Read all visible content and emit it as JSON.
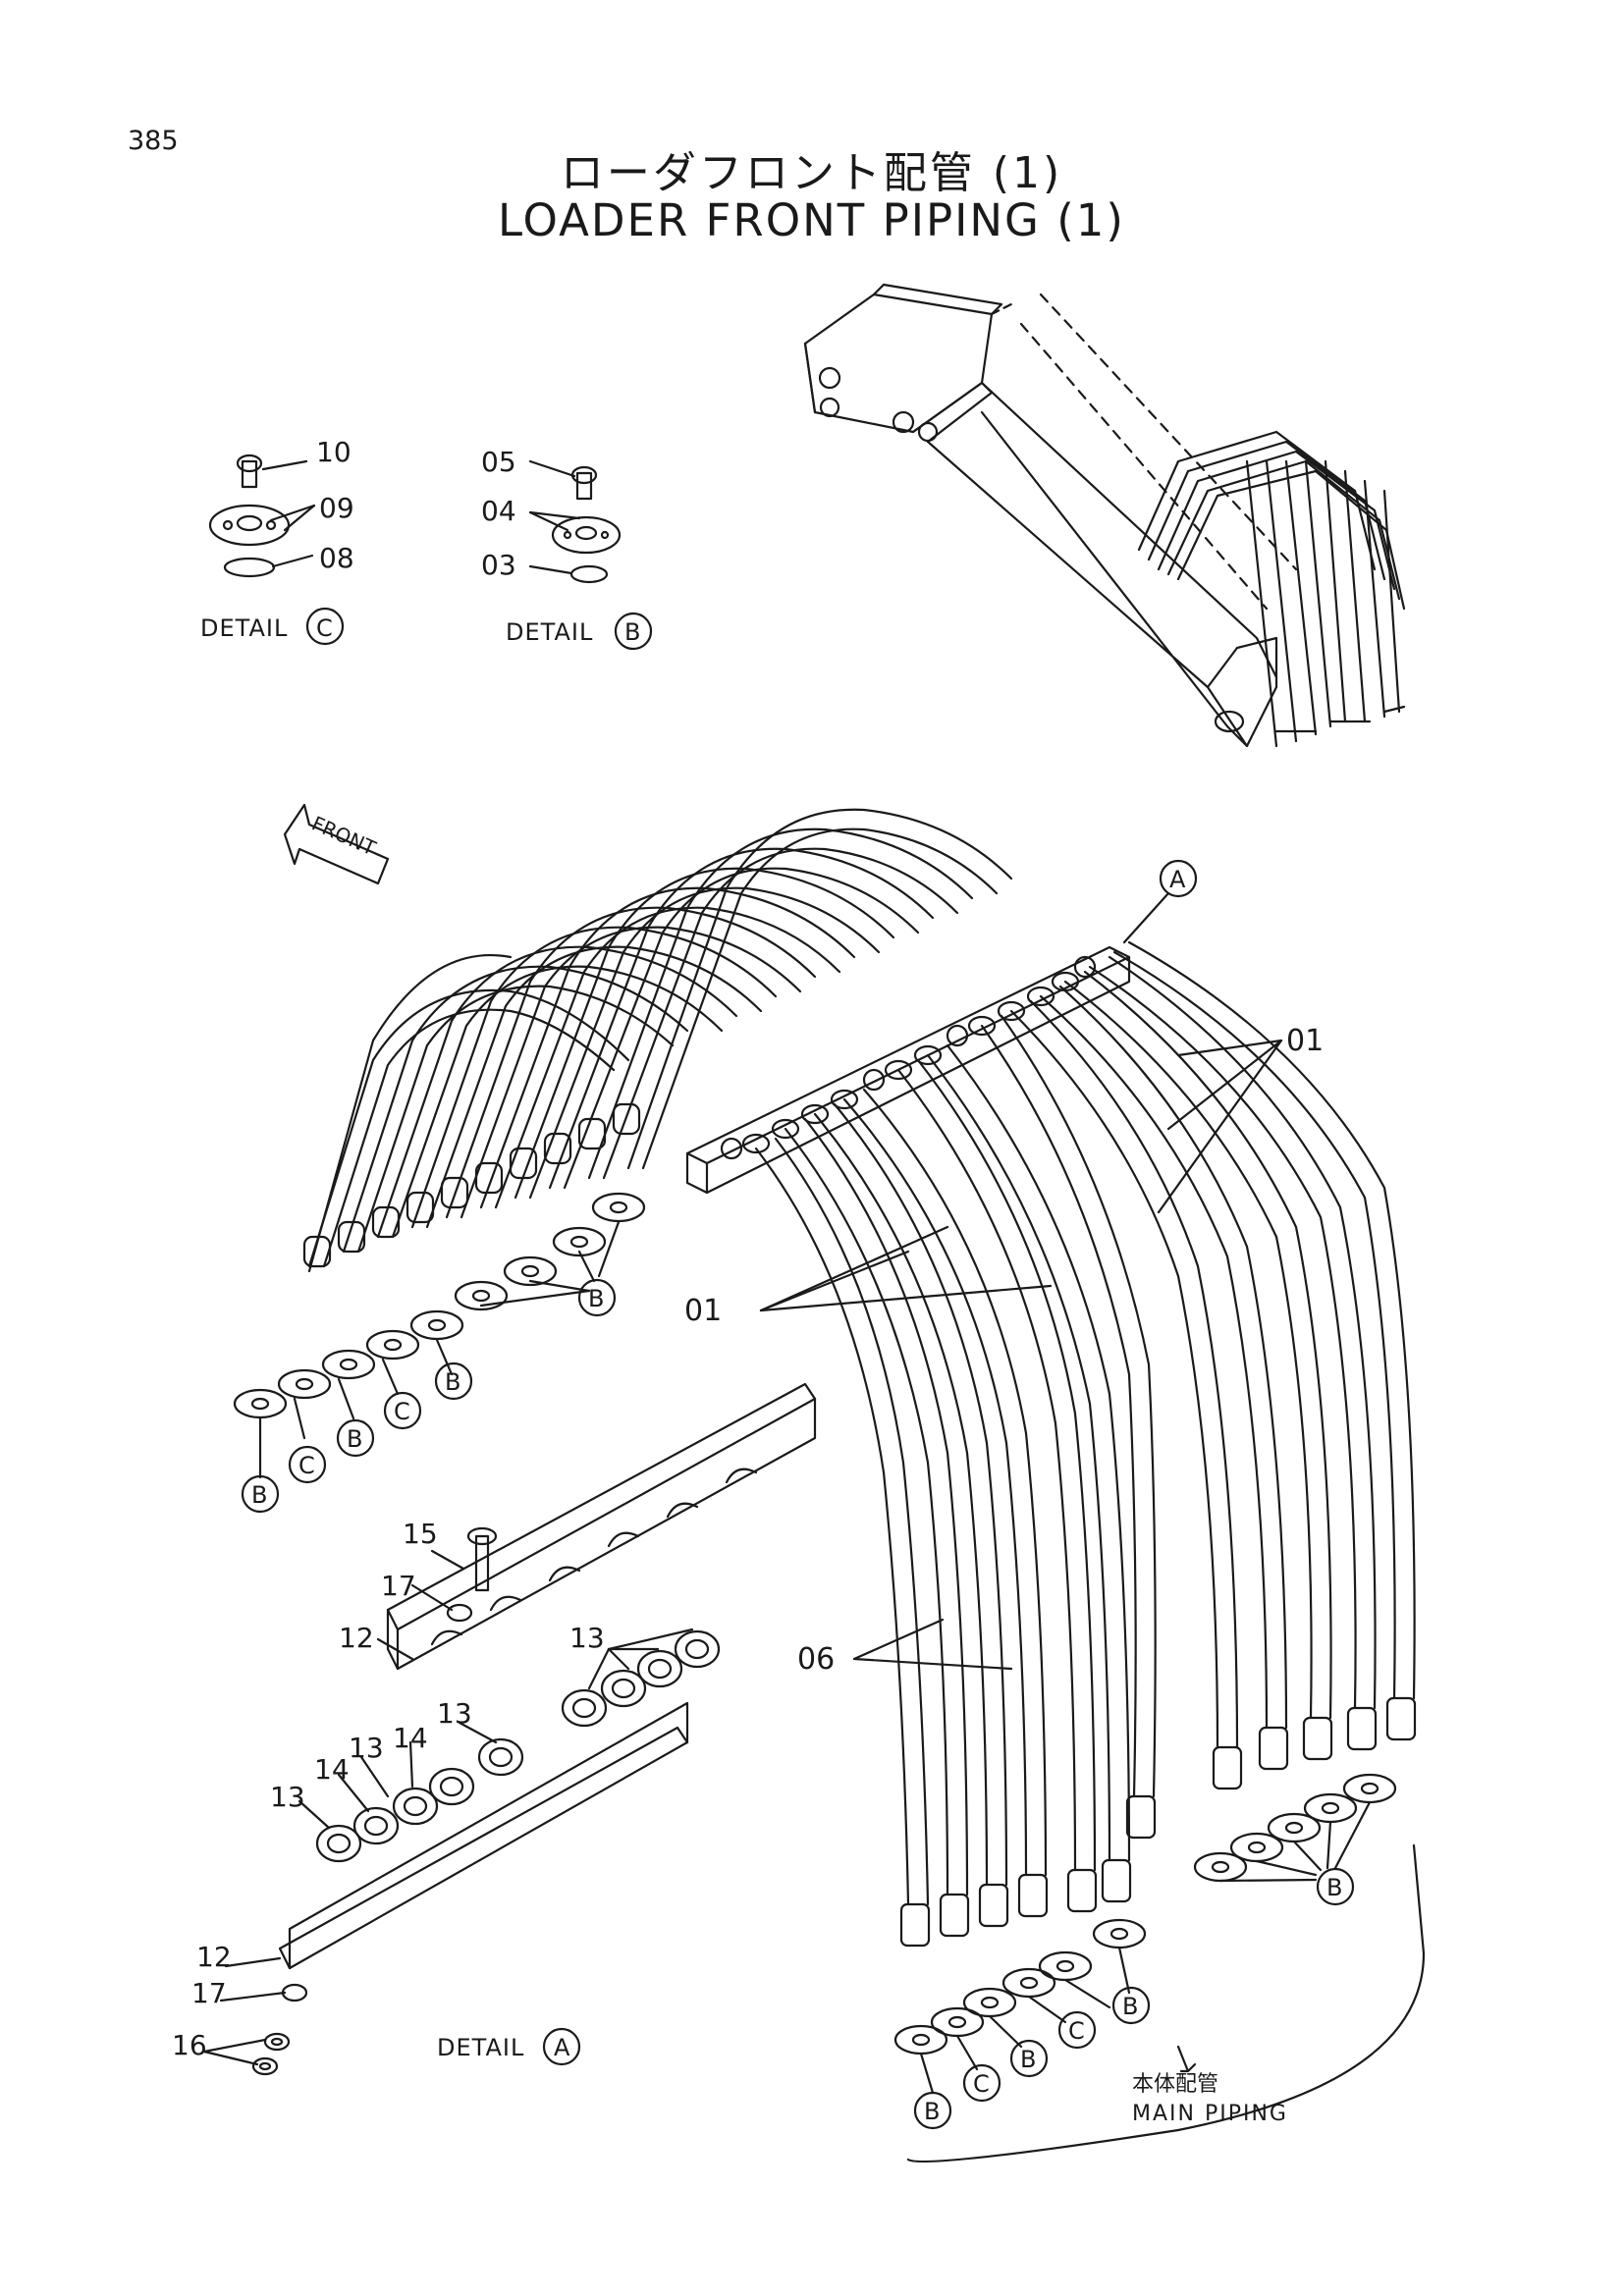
{
  "page_number": "385",
  "title": {
    "japanese": "ローダフロント配管 (1)",
    "english": "LOADER FRONT PIPING (1)"
  },
  "front_arrow": {
    "label": "FRONT"
  },
  "detail_c": {
    "label": "DETAIL",
    "letter": "C",
    "parts": [
      "10",
      "09",
      "08"
    ]
  },
  "detail_b": {
    "label": "DETAIL",
    "letter": "B",
    "parts": [
      "05",
      "04",
      "03"
    ]
  },
  "detail_a": {
    "label": "DETAIL",
    "letter": "A",
    "parts": [
      "15",
      "17",
      "12",
      "13",
      "14",
      "13",
      "14",
      "13",
      "13",
      "12",
      "17",
      "16"
    ]
  },
  "callouts": {
    "bracket_a": "A",
    "hose_01_upper": "01",
    "hose_01_lower": "01",
    "hose_06": "06",
    "flange_b": "B",
    "flange_c": "C"
  },
  "left_flange_row": [
    "B",
    "C",
    "B",
    "C",
    "B"
  ],
  "upper_flange_cluster": "B",
  "bottom_flange_row": [
    "B",
    "C",
    "B",
    "C",
    "B"
  ],
  "right_flange_cluster": "B",
  "main_piping": {
    "japanese": "本体配管",
    "english": "MAIN PIPING"
  },
  "colors": {
    "ink": "#1a1a1a",
    "paper": "#ffffff"
  }
}
